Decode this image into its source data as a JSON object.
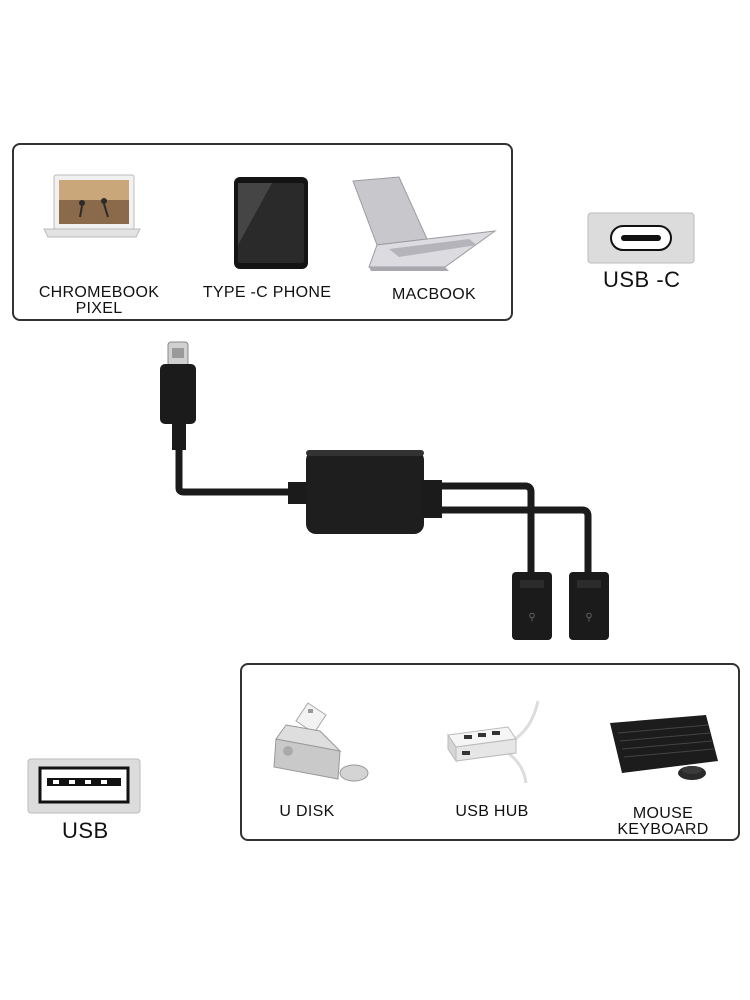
{
  "top_devices": [
    {
      "name": "CHROMEBOOK",
      "name2": "PIXEL",
      "icon": "laptop-icon"
    },
    {
      "name": "TYPE -C PHONE",
      "icon": "phone-icon"
    },
    {
      "name": "MACBOOK",
      "icon": "macbook-icon"
    }
  ],
  "bottom_devices": [
    {
      "name": "U DISK",
      "icon": "usb-drive-icon"
    },
    {
      "name": "USB HUB",
      "icon": "usb-hub-icon"
    },
    {
      "name": "MOUSE",
      "name2": "KEYBOARD",
      "icon": "keyboard-mouse-icon"
    }
  ],
  "ports": {
    "usbc_label": "USB -C",
    "usb_label": "USB"
  }
}
